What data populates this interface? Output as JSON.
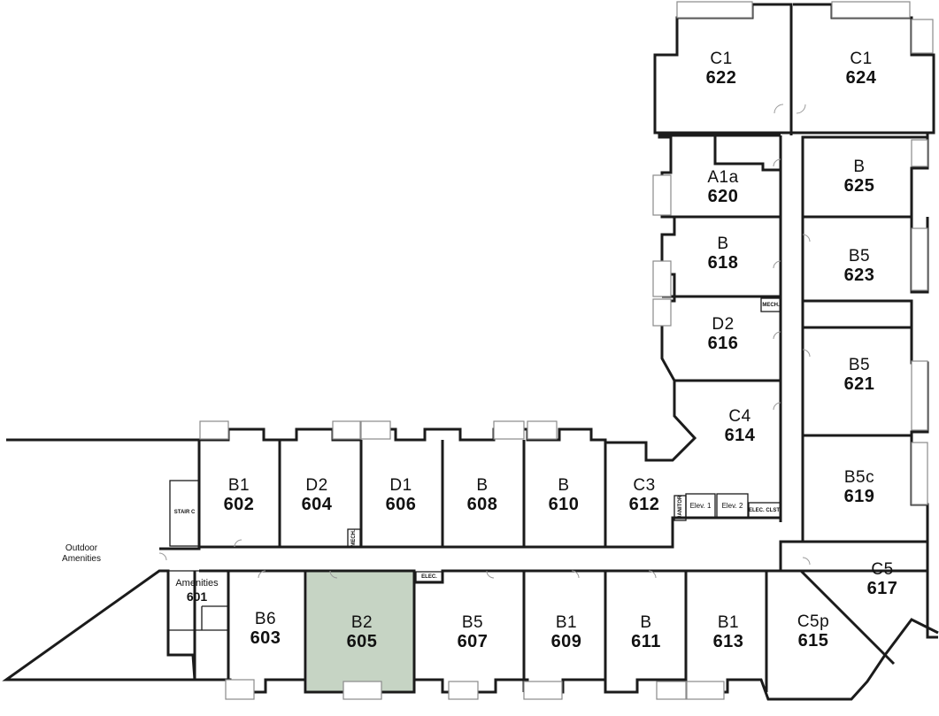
{
  "highlight_color": "#c6d4c4",
  "units": [
    {
      "type": "C1",
      "number": "622",
      "highlighted": false
    },
    {
      "type": "C1",
      "number": "624",
      "highlighted": false
    },
    {
      "type": "A1a",
      "number": "620",
      "highlighted": false
    },
    {
      "type": "B",
      "number": "625",
      "highlighted": false
    },
    {
      "type": "B",
      "number": "618",
      "highlighted": false
    },
    {
      "type": "B5",
      "number": "623",
      "highlighted": false
    },
    {
      "type": "D2",
      "number": "616",
      "highlighted": false
    },
    {
      "type": "B5",
      "number": "621",
      "highlighted": false
    },
    {
      "type": "C4",
      "number": "614",
      "highlighted": false
    },
    {
      "type": "B5c",
      "number": "619",
      "highlighted": false
    },
    {
      "type": "C5",
      "number": "617",
      "highlighted": false
    },
    {
      "type": "C5p",
      "number": "615",
      "highlighted": false
    },
    {
      "type": "B1",
      "number": "602",
      "highlighted": false
    },
    {
      "type": "D2",
      "number": "604",
      "highlighted": false
    },
    {
      "type": "D1",
      "number": "606",
      "highlighted": false
    },
    {
      "type": "B",
      "number": "608",
      "highlighted": false
    },
    {
      "type": "B",
      "number": "610",
      "highlighted": false
    },
    {
      "type": "C3",
      "number": "612",
      "highlighted": false
    },
    {
      "type": "B6",
      "number": "603",
      "highlighted": false
    },
    {
      "type": "B2",
      "number": "605",
      "highlighted": true
    },
    {
      "type": "B5",
      "number": "607",
      "highlighted": false
    },
    {
      "type": "B1",
      "number": "609",
      "highlighted": false
    },
    {
      "type": "B",
      "number": "611",
      "highlighted": false
    },
    {
      "type": "B1",
      "number": "613",
      "highlighted": false
    }
  ],
  "labels": {
    "outdoor": "Outdoor Amenities",
    "amenities": "Amenities",
    "amenities_number": "601",
    "stair": "STAIR C",
    "elev1": "Elev. 1",
    "elev2": "Elev. 2",
    "elec": "ELEC.",
    "elec_clst": "ELEC. CLST.",
    "mech_upper": "MECH.",
    "mech_lower": "MECH.",
    "janitor": "JANITOR"
  }
}
